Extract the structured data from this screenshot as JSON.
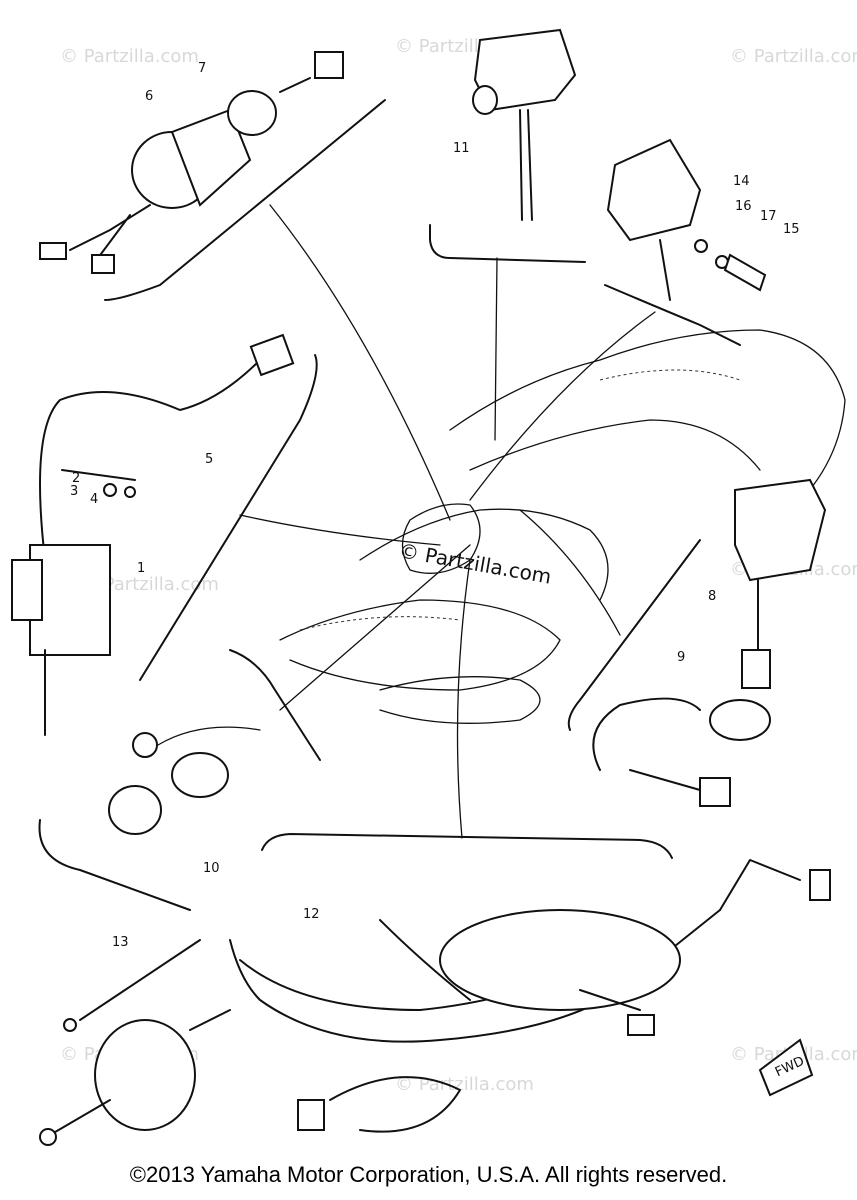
{
  "watermark": "© Partzilla.com",
  "callouts": {
    "c1": "1",
    "c2": "2",
    "c3": "3",
    "c4": "4",
    "c5": "5",
    "c6": "6",
    "c7": "7",
    "c8": "8",
    "c9": "9",
    "c10": "10",
    "c11": "11",
    "c12": "12",
    "c13": "13",
    "c14": "14",
    "c15": "15",
    "c16": "16",
    "c17": "17"
  },
  "fwd_label": "FWD",
  "footer": "©2013 Yamaha Motor Corporation, U.S.A. All rights reserved."
}
